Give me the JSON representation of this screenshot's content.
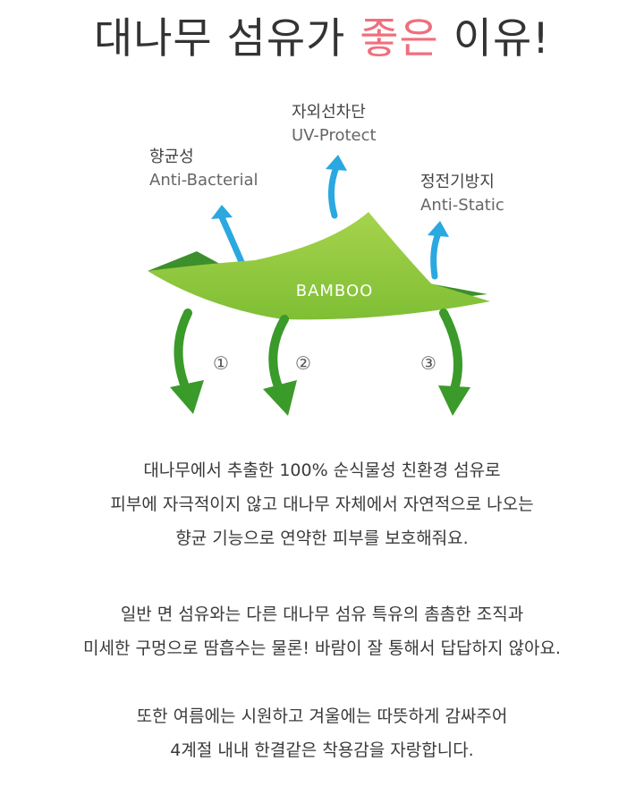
{
  "title": {
    "part1": "대나무 섬유가 ",
    "highlight": "좋은",
    "part2": " 이유!"
  },
  "colors": {
    "accent": "#ef6f7d",
    "leaf_green": "#8bc53f",
    "arrow_green": "#3a9a2a",
    "arrow_blue": "#2aa8e0"
  },
  "diagram": {
    "leaf_label": "BAMBOO",
    "labels": [
      {
        "ko": "향균성",
        "en": "Anti-Bacterial"
      },
      {
        "ko": "자외선차단",
        "en": "UV-Protect"
      },
      {
        "ko": "정전기방지",
        "en": "Anti-Static"
      }
    ],
    "markers": [
      "①",
      "②",
      "③"
    ]
  },
  "paragraphs": [
    [
      "대나무에서 추출한 100% 순식물성 친환경 섬유로",
      "피부에 자극적이지 않고 대나무 자체에서 자연적으로 나오는",
      "향균 기능으로 연약한 피부를 보호해줘요."
    ],
    [
      "일반 면 섬유와는 다른 대나무 섬유 특유의 촘촘한 조직과",
      "미세한 구멍으로 땀흡수는 물론! 바람이 잘 통해서 답답하지 않아요."
    ],
    [
      "또한 여름에는 시원하고 겨울에는 따뜻하게 감싸주어",
      "4계절 내내 한결같은 착용감을 자랑합니다."
    ]
  ]
}
